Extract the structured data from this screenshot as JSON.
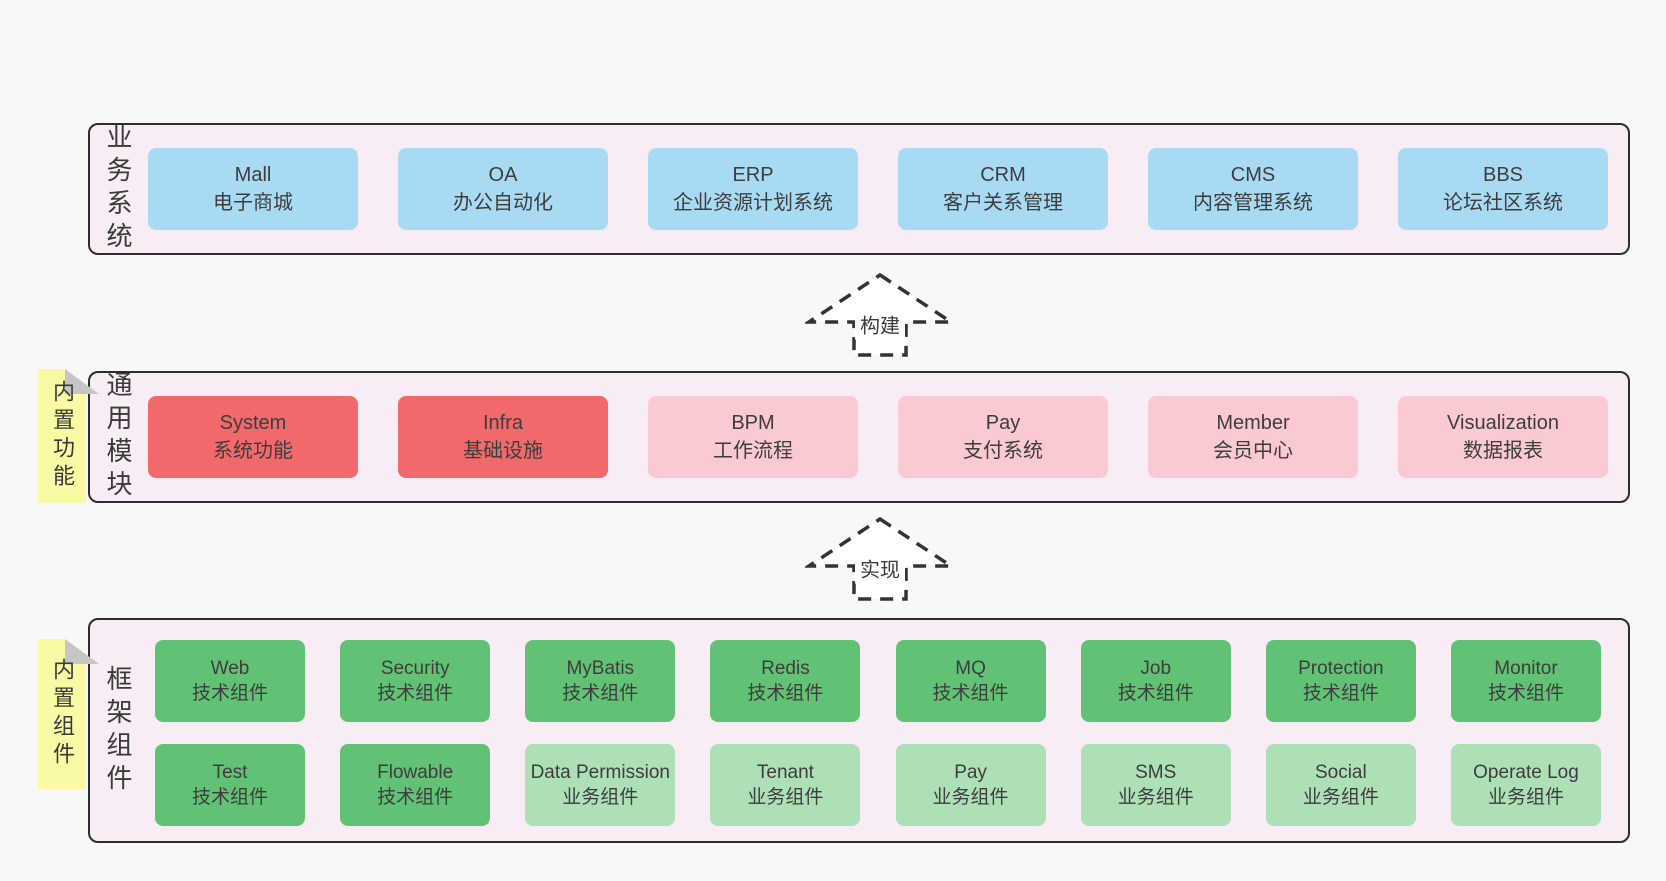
{
  "colors": {
    "bg": "#f8f8f8",
    "panel_bg": "#f8edf5",
    "panel_border": "#2d2d2d",
    "blue": "#a9daf4",
    "red": "#f2696b",
    "pink": "#fac9d1",
    "green_dark": "#61c276",
    "green_light": "#aee0b8",
    "note_yellow": "#fafaa4",
    "fold_gray": "#c6c6c6"
  },
  "rows": [
    {
      "side_label": "业务系统",
      "boxes": [
        {
          "title": "Mall",
          "subtitle": "电子商城"
        },
        {
          "title": "OA",
          "subtitle": "办公自动化"
        },
        {
          "title": "ERP",
          "subtitle": "企业资源计划系统"
        },
        {
          "title": "CRM",
          "subtitle": "客户关系管理"
        },
        {
          "title": "CMS",
          "subtitle": "内容管理系统"
        },
        {
          "title": "BBS",
          "subtitle": "论坛社区系统"
        }
      ]
    },
    {
      "side_label": "通用模块",
      "boxes": [
        {
          "title": "System",
          "subtitle": "系统功能"
        },
        {
          "title": "Infra",
          "subtitle": "基础设施"
        },
        {
          "title": "BPM",
          "subtitle": "工作流程"
        },
        {
          "title": "Pay",
          "subtitle": "支付系统"
        },
        {
          "title": "Member",
          "subtitle": "会员中心"
        },
        {
          "title": "Visualization",
          "subtitle": "数据报表"
        }
      ]
    },
    {
      "side_label": "框架组件",
      "box_rows": [
        [
          {
            "title": "Web",
            "subtitle": "技术组件"
          },
          {
            "title": "Security",
            "subtitle": "技术组件"
          },
          {
            "title": "MyBatis",
            "subtitle": "技术组件"
          },
          {
            "title": "Redis",
            "subtitle": "技术组件"
          },
          {
            "title": "MQ",
            "subtitle": "技术组件"
          },
          {
            "title": "Job",
            "subtitle": "技术组件"
          },
          {
            "title": "Protection",
            "subtitle": "技术组件"
          },
          {
            "title": "Monitor",
            "subtitle": "技术组件"
          }
        ],
        [
          {
            "title": "Test",
            "subtitle": "技术组件"
          },
          {
            "title": "Flowable",
            "subtitle": "技术组件"
          },
          {
            "title": "Data Permission",
            "subtitle": "业务组件"
          },
          {
            "title": "Tenant",
            "subtitle": "业务组件"
          },
          {
            "title": "Pay",
            "subtitle": "业务组件"
          },
          {
            "title": "SMS",
            "subtitle": "业务组件"
          },
          {
            "title": "Social",
            "subtitle": "业务组件"
          },
          {
            "title": "Operate Log",
            "subtitle": "业务组件"
          }
        ]
      ]
    }
  ],
  "arrows": [
    {
      "label": "构建"
    },
    {
      "label": "实现"
    }
  ],
  "notes": [
    {
      "label": "内置功能"
    },
    {
      "label": "内置组件"
    }
  ]
}
